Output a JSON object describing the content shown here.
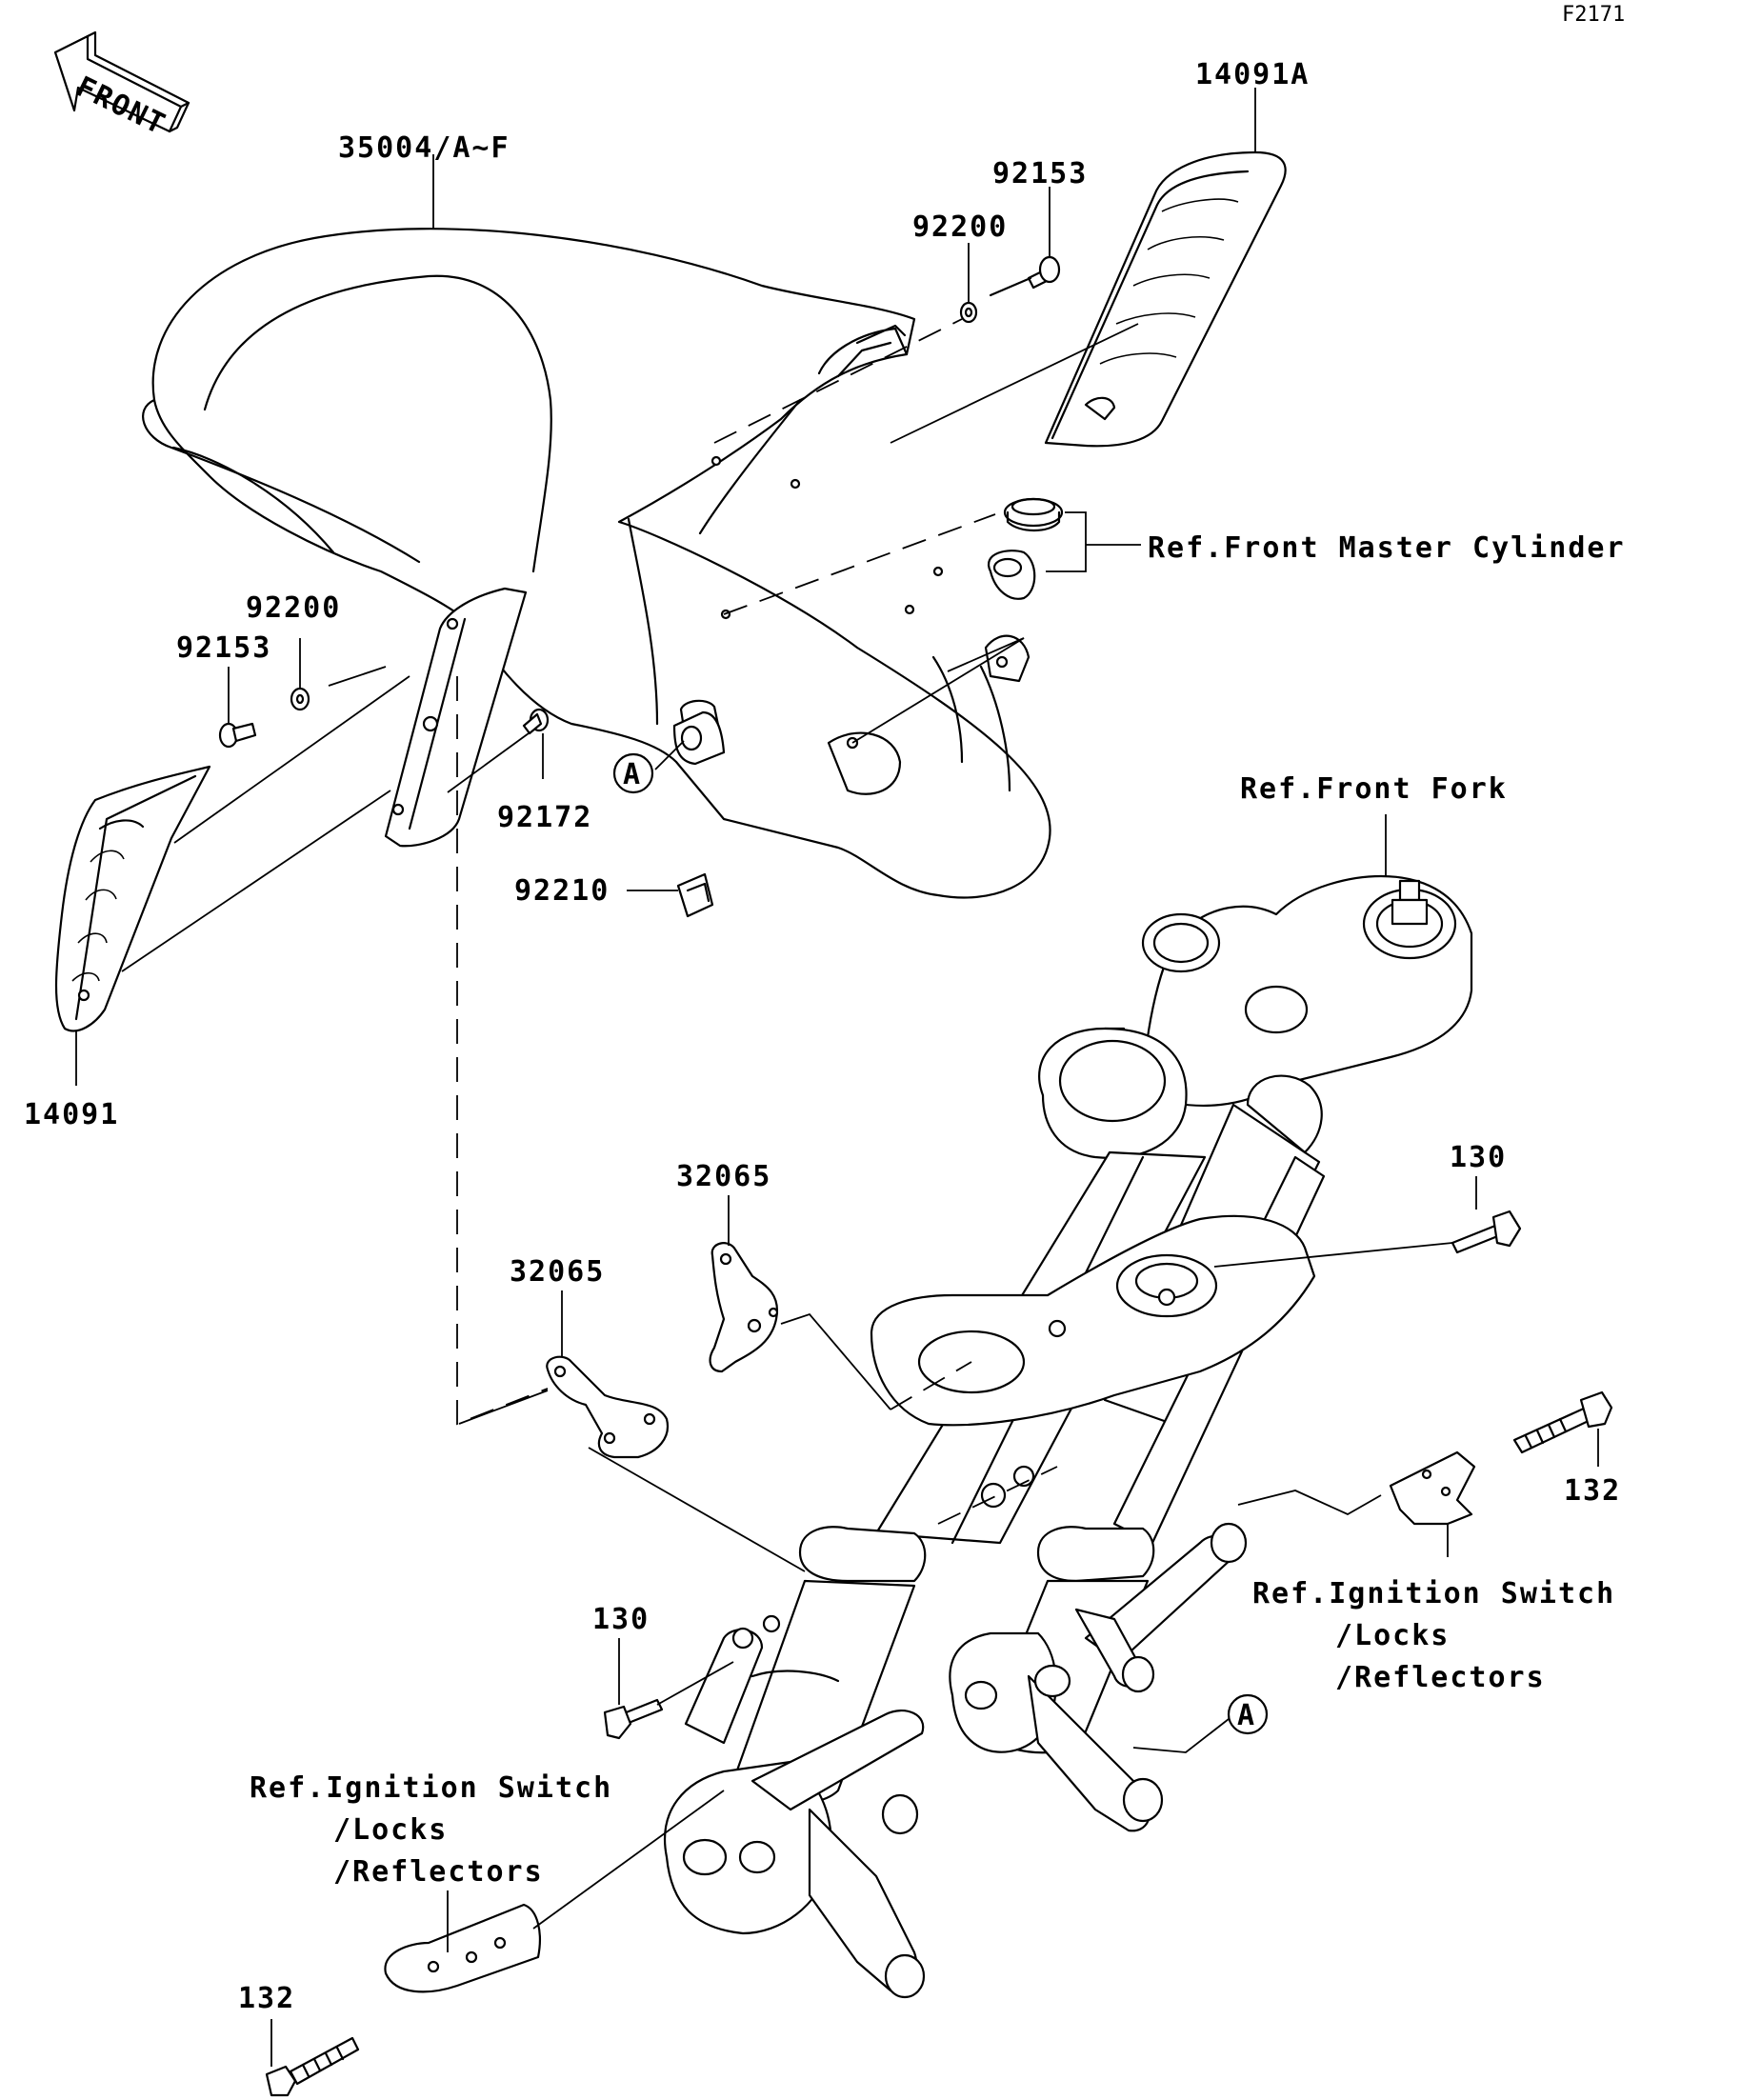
{
  "diagram_code": "F2171",
  "front_arrow": "FRONT",
  "callout_letter": "A",
  "labels": {
    "fender": "35004/A~F",
    "cover_right": "14091A",
    "cover_left": "14091",
    "screw_top": "92153",
    "washer_top": "92200",
    "washer_left": "92200",
    "screw_left": "92153",
    "screw_center": "92172",
    "clip": "92210",
    "bracket_upper": "32065",
    "bracket_lower": "32065",
    "bolt_right": "130",
    "bolt_left": "130",
    "long_bolt_right": "132",
    "long_bolt_left": "132"
  },
  "references": {
    "master_cylinder": "Ref.Front Master Cylinder",
    "front_fork": "Ref.Front Fork",
    "ignition_right": [
      "Ref.Ignition Switch",
      "/Locks",
      "/Reflectors"
    ],
    "ignition_left": [
      "Ref.Ignition Switch",
      "/Locks",
      "/Reflectors"
    ]
  }
}
